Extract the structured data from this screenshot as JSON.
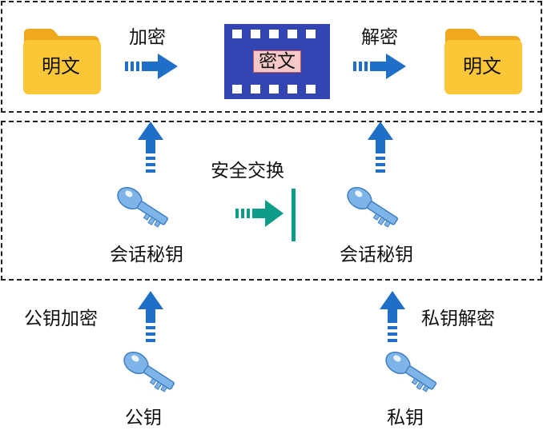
{
  "top_flow": {
    "plaintext_left": "明文",
    "encrypt_label": "加密",
    "ciphertext": "密文",
    "decrypt_label": "解密",
    "plaintext_right": "明文"
  },
  "session": {
    "left_key_label": "会话秘钥",
    "right_key_label": "会话秘钥",
    "exchange_label": "安全交换"
  },
  "bottom": {
    "public_encrypt_label": "公钥加密",
    "private_decrypt_label": "私钥解密",
    "public_key_label": "公钥",
    "private_key_label": "私钥"
  },
  "colors": {
    "arrow_blue": "#1f6fc8",
    "arrow_teal": "#0d9c88",
    "folder_yellow": "#fcc736",
    "film_blue": "#3344b3",
    "key_blue": "#7fb4e8"
  }
}
